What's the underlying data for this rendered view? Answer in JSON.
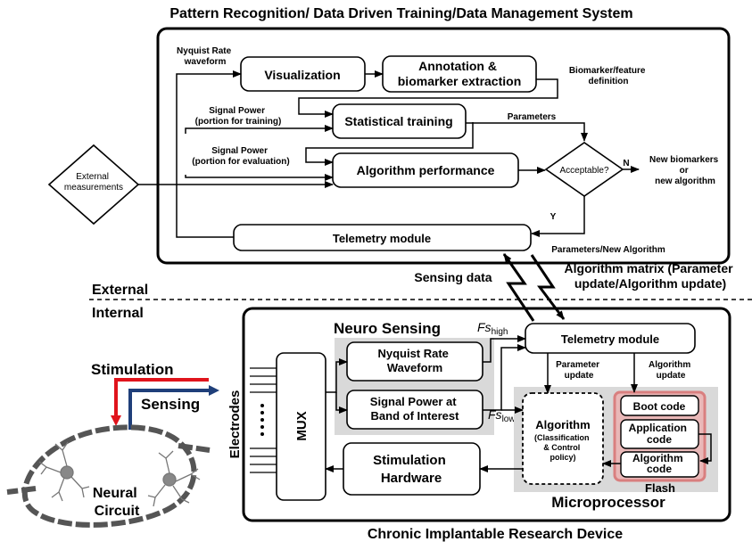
{
  "title_top": "Pattern Recognition/ Data Driven Training/Data Management System",
  "title_bottom": "Chronic Implantable Research Device",
  "external_label": "External",
  "internal_label": "Internal",
  "ext": {
    "nyquist_waveform": [
      "Nyquist Rate",
      "waveform"
    ],
    "visualization": "Visualization",
    "annotation": [
      "Annotation &",
      "biomarker extraction"
    ],
    "biomarker_def": [
      "Biomarker/feature",
      "definition"
    ],
    "signal_power_training": [
      "Signal Power",
      "(portion for training)"
    ],
    "statistical_training": "Statistical training",
    "parameters": "Parameters",
    "signal_power_eval": [
      "Signal Power",
      "(portion for evaluation)"
    ],
    "algorithm_performance": "Algorithm performance",
    "acceptable": "Acceptable?",
    "n_label": "N",
    "y_label": "Y",
    "new_biomarkers": [
      "New biomarkers",
      "or",
      "new algorithm"
    ],
    "external_measurements": [
      "External",
      "measurements"
    ],
    "telemetry": "Telemetry module",
    "params_new_algo": "Parameters/New Algorithm"
  },
  "link": {
    "sensing_data": "Sensing data",
    "algorithm_matrix": [
      "Algorithm matrix (Parameter",
      "update/Algorithm update)"
    ]
  },
  "int": {
    "neuro_sensing": "Neuro Sensing",
    "fs_high": "Fs",
    "fs_high_sub": "high",
    "fs_low": "Fs",
    "fs_low_sub": "low",
    "nyquist": [
      "Nyquist Rate",
      "Waveform"
    ],
    "signal_power": [
      "Signal Power at",
      "Band of Interest"
    ],
    "mux": "MUX",
    "electrodes": "Electrodes",
    "telemetry": "Telemetry module",
    "parameter_update": [
      "Parameter",
      "update"
    ],
    "algorithm_update": [
      "Algorithm",
      "update"
    ],
    "algorithm": "Algorithm",
    "algorithm_detail": [
      "(Classification",
      "& Control",
      "policy)"
    ],
    "boot_code": "Boot code",
    "application_code": [
      "Application",
      "code"
    ],
    "algorithm_code": [
      "Algorithm",
      "code"
    ],
    "flash": "Flash",
    "microprocessor": "Microprocessor",
    "stimulation_hw": [
      "Stimulation",
      "Hardware"
    ]
  },
  "neural": {
    "stimulation": "Stimulation",
    "sensing": "Sensing",
    "circuit": [
      "Neural",
      "Circuit"
    ]
  },
  "colors": {
    "stimulation": "#e0141c",
    "sensing": "#1f3f7a",
    "gray_panel": "#d9d9d9",
    "flash_fill": "#e9b8b8",
    "flash_border": "#d97f7f"
  }
}
